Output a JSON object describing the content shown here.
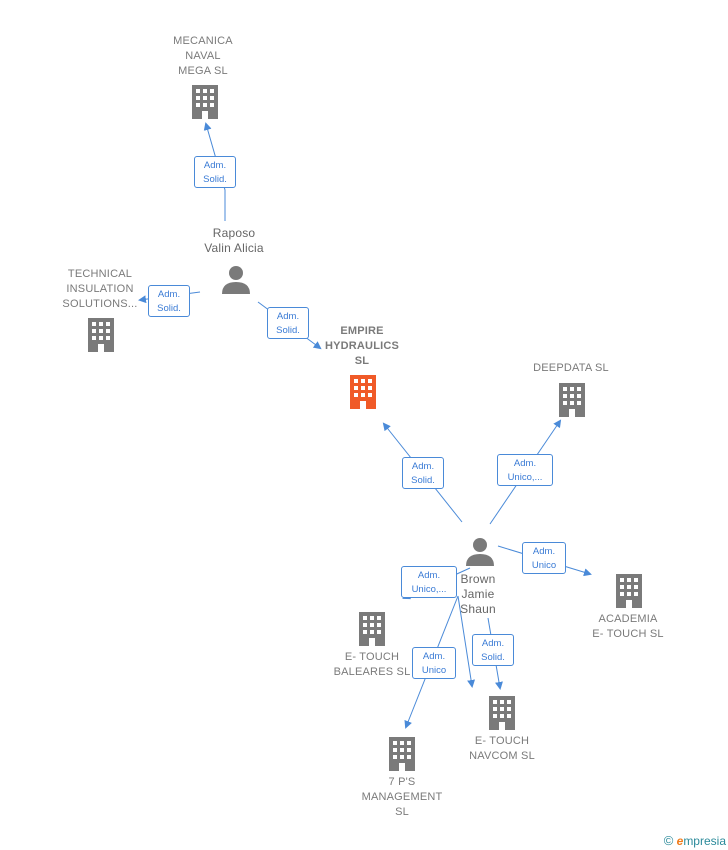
{
  "nodes": {
    "mecanica": {
      "label": "MECANICA\nNAVAL\nMEGA  SL"
    },
    "technical": {
      "label": "TECHNICAL\nINSULATION\nSOLUTIONS..."
    },
    "raposo": {
      "label": "Raposo\nValin Alicia"
    },
    "empire": {
      "label": "EMPIRE\nHYDRAULICS\nSL"
    },
    "deepdata": {
      "label": "DEEPDATA  SL"
    },
    "brown": {
      "label": "Brown\nJamie\nShaun"
    },
    "academia": {
      "label": "ACADEMIA\nE- TOUCH  SL"
    },
    "baleares": {
      "label": "E- TOUCH\nBALEARES  SL"
    },
    "navcom": {
      "label": "E- TOUCH\nNAVCOM  SL"
    },
    "management": {
      "label": "7 P'S\nMANAGEMENT\nSL"
    }
  },
  "edges": {
    "raposo_mecanica": {
      "label": "Adm.\nSolid."
    },
    "raposo_technical": {
      "label": "Adm.\nSolid."
    },
    "raposo_empire": {
      "label": "Adm.\nSolid."
    },
    "brown_empire": {
      "label": "Adm.\nSolid."
    },
    "brown_deepdata": {
      "label": "Adm.\nUnico,..."
    },
    "brown_academia": {
      "label": "Adm.\nUnico"
    },
    "brown_baleares": {
      "label": "Adm.\nUnico,..."
    },
    "brown_navcom": {
      "label": "Adm.\nSolid."
    },
    "brown_management": {
      "label": "Adm.\nUnico"
    }
  },
  "colors": {
    "company": "#7a7a7a",
    "focus_company": "#f05a28",
    "person": "#7a7a7a",
    "edge": "#4a8ad8"
  },
  "brand": {
    "symbol": "©",
    "text": "mpresia",
    "initial": "e"
  }
}
